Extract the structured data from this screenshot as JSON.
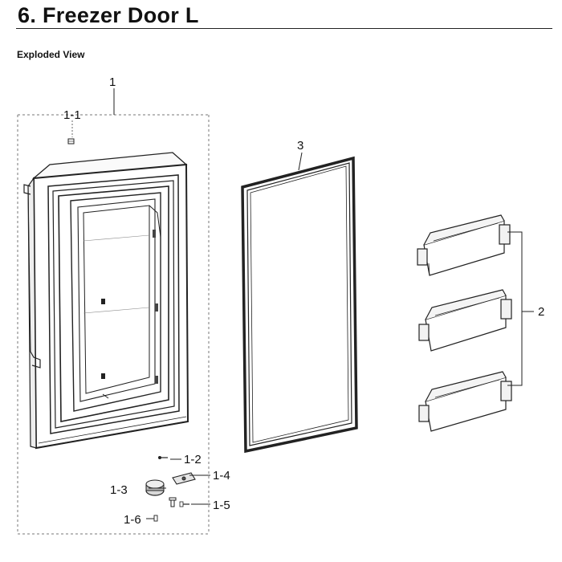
{
  "header": {
    "section_number": "6.",
    "title": "Freezer Door L"
  },
  "view_label": "Exploded View",
  "callouts": {
    "door_assembly": "1",
    "part_1_1": "1-1",
    "part_1_2": "1-2",
    "part_1_3": "1-3",
    "part_1_4": "1-4",
    "part_1_5": "1-5",
    "part_1_6": "1-6",
    "door_bins": "2",
    "door_gasket": "3"
  }
}
